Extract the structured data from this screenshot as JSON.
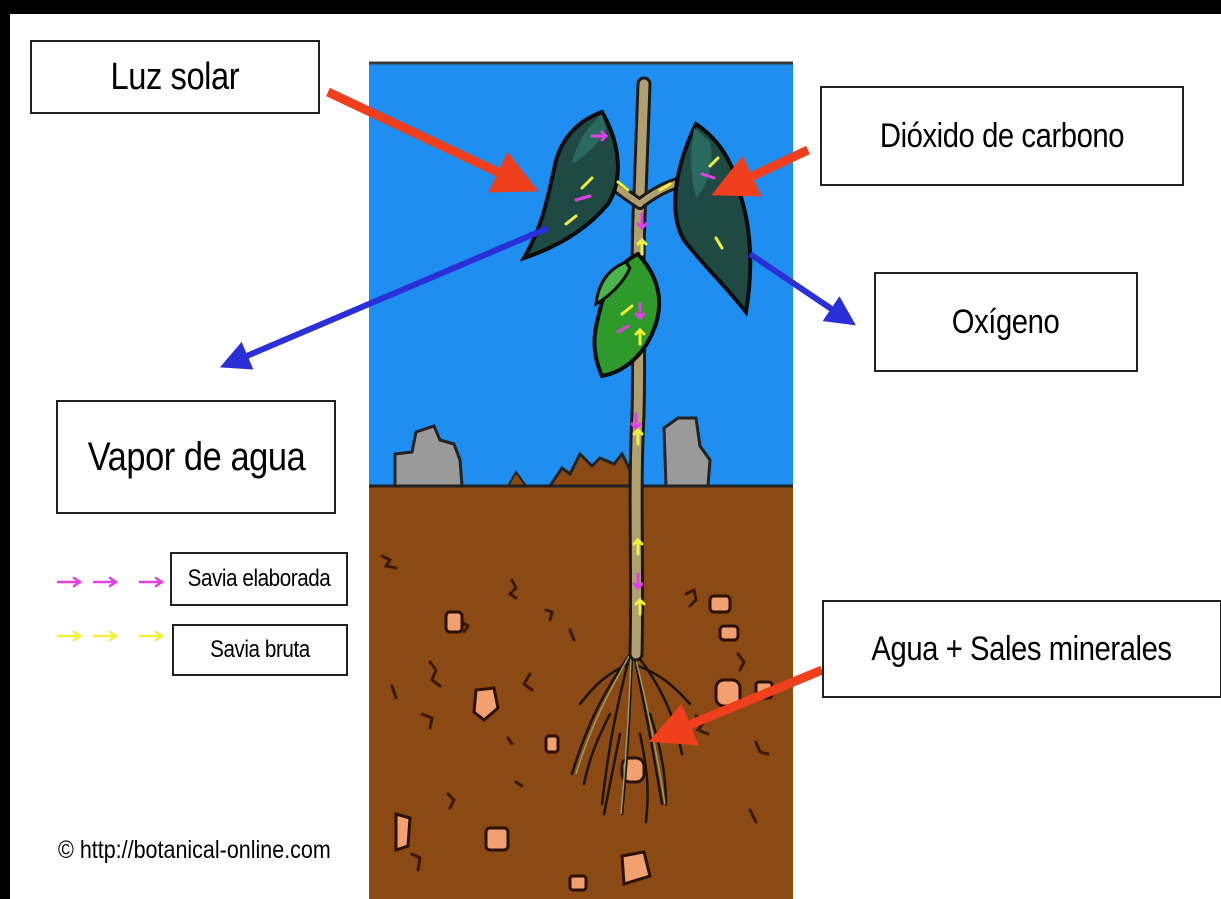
{
  "labels": {
    "sunlight": "Luz solar",
    "carbon_dioxide": "Dióxido de carbono",
    "oxygen": "Oxígeno",
    "water_vapor": "Vapor de agua",
    "water_minerals": "Agua + Sales minerales"
  },
  "legend": {
    "elaborated_sap": "Savia elaborada",
    "raw_sap": "Savia bruta"
  },
  "credit": "© http://botanical-online.com",
  "colors": {
    "sky": "#1e8ef0",
    "soil": "#8b4a14",
    "inflow_arrow": "#ef3f1c",
    "outflow_arrow": "#2b2fd8",
    "elaborated_sap": "#e040e6",
    "raw_sap": "#f2f23a",
    "leaf_dark": "#1f4a44",
    "leaf_light": "#2e9a2a",
    "rock": "#9a9a9a",
    "pebble": "#f2a070"
  }
}
